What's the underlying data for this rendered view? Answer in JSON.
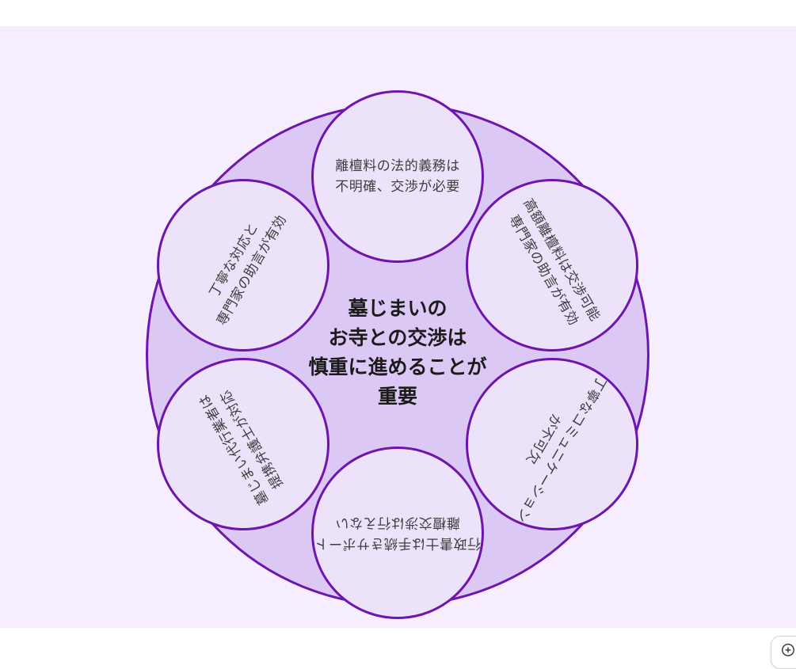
{
  "page": {
    "background_color": "#ffffff",
    "canvas_color": "#f6eefe"
  },
  "diagram": {
    "type": "radial-cycle",
    "outer_circle": {
      "fill": "#dcc8f5",
      "stroke": "#6e15ae"
    },
    "node_style": {
      "fill": "#ece2fa",
      "stroke": "#6e15ae",
      "text_color": "#3d3d3d"
    },
    "center": {
      "color": "#1b1b1b",
      "lines": [
        "墓じまいの",
        "お寺との交渉は",
        "慎重に進めることが",
        "重要"
      ]
    },
    "nodes": [
      {
        "id": "top",
        "angle": 0,
        "lines": [
          "離檀料の法的義務は",
          "不明確、交渉が必要"
        ]
      },
      {
        "id": "top-right",
        "angle": 60,
        "lines": [
          "高額離檀料は交渉可能",
          "専門家の助言が有効"
        ]
      },
      {
        "id": "bottom-right",
        "angle": 120,
        "lines": [
          "丁寧なコミュニケーション",
          "が不可欠"
        ]
      },
      {
        "id": "bottom",
        "angle": 180,
        "lines": [
          "行政書士は手続きサポート",
          "離檀交渉は行えない"
        ]
      },
      {
        "id": "bottom-left",
        "angle": 240,
        "lines": [
          "墓じまい代行業者は",
          "提携弁護士が対応"
        ]
      },
      {
        "id": "top-left",
        "angle": 300,
        "lines": [
          "丁寧な対応と",
          "専門家の助言が有効"
        ]
      }
    ]
  },
  "controls": {
    "zoom_in_icon": "circle-plus"
  }
}
